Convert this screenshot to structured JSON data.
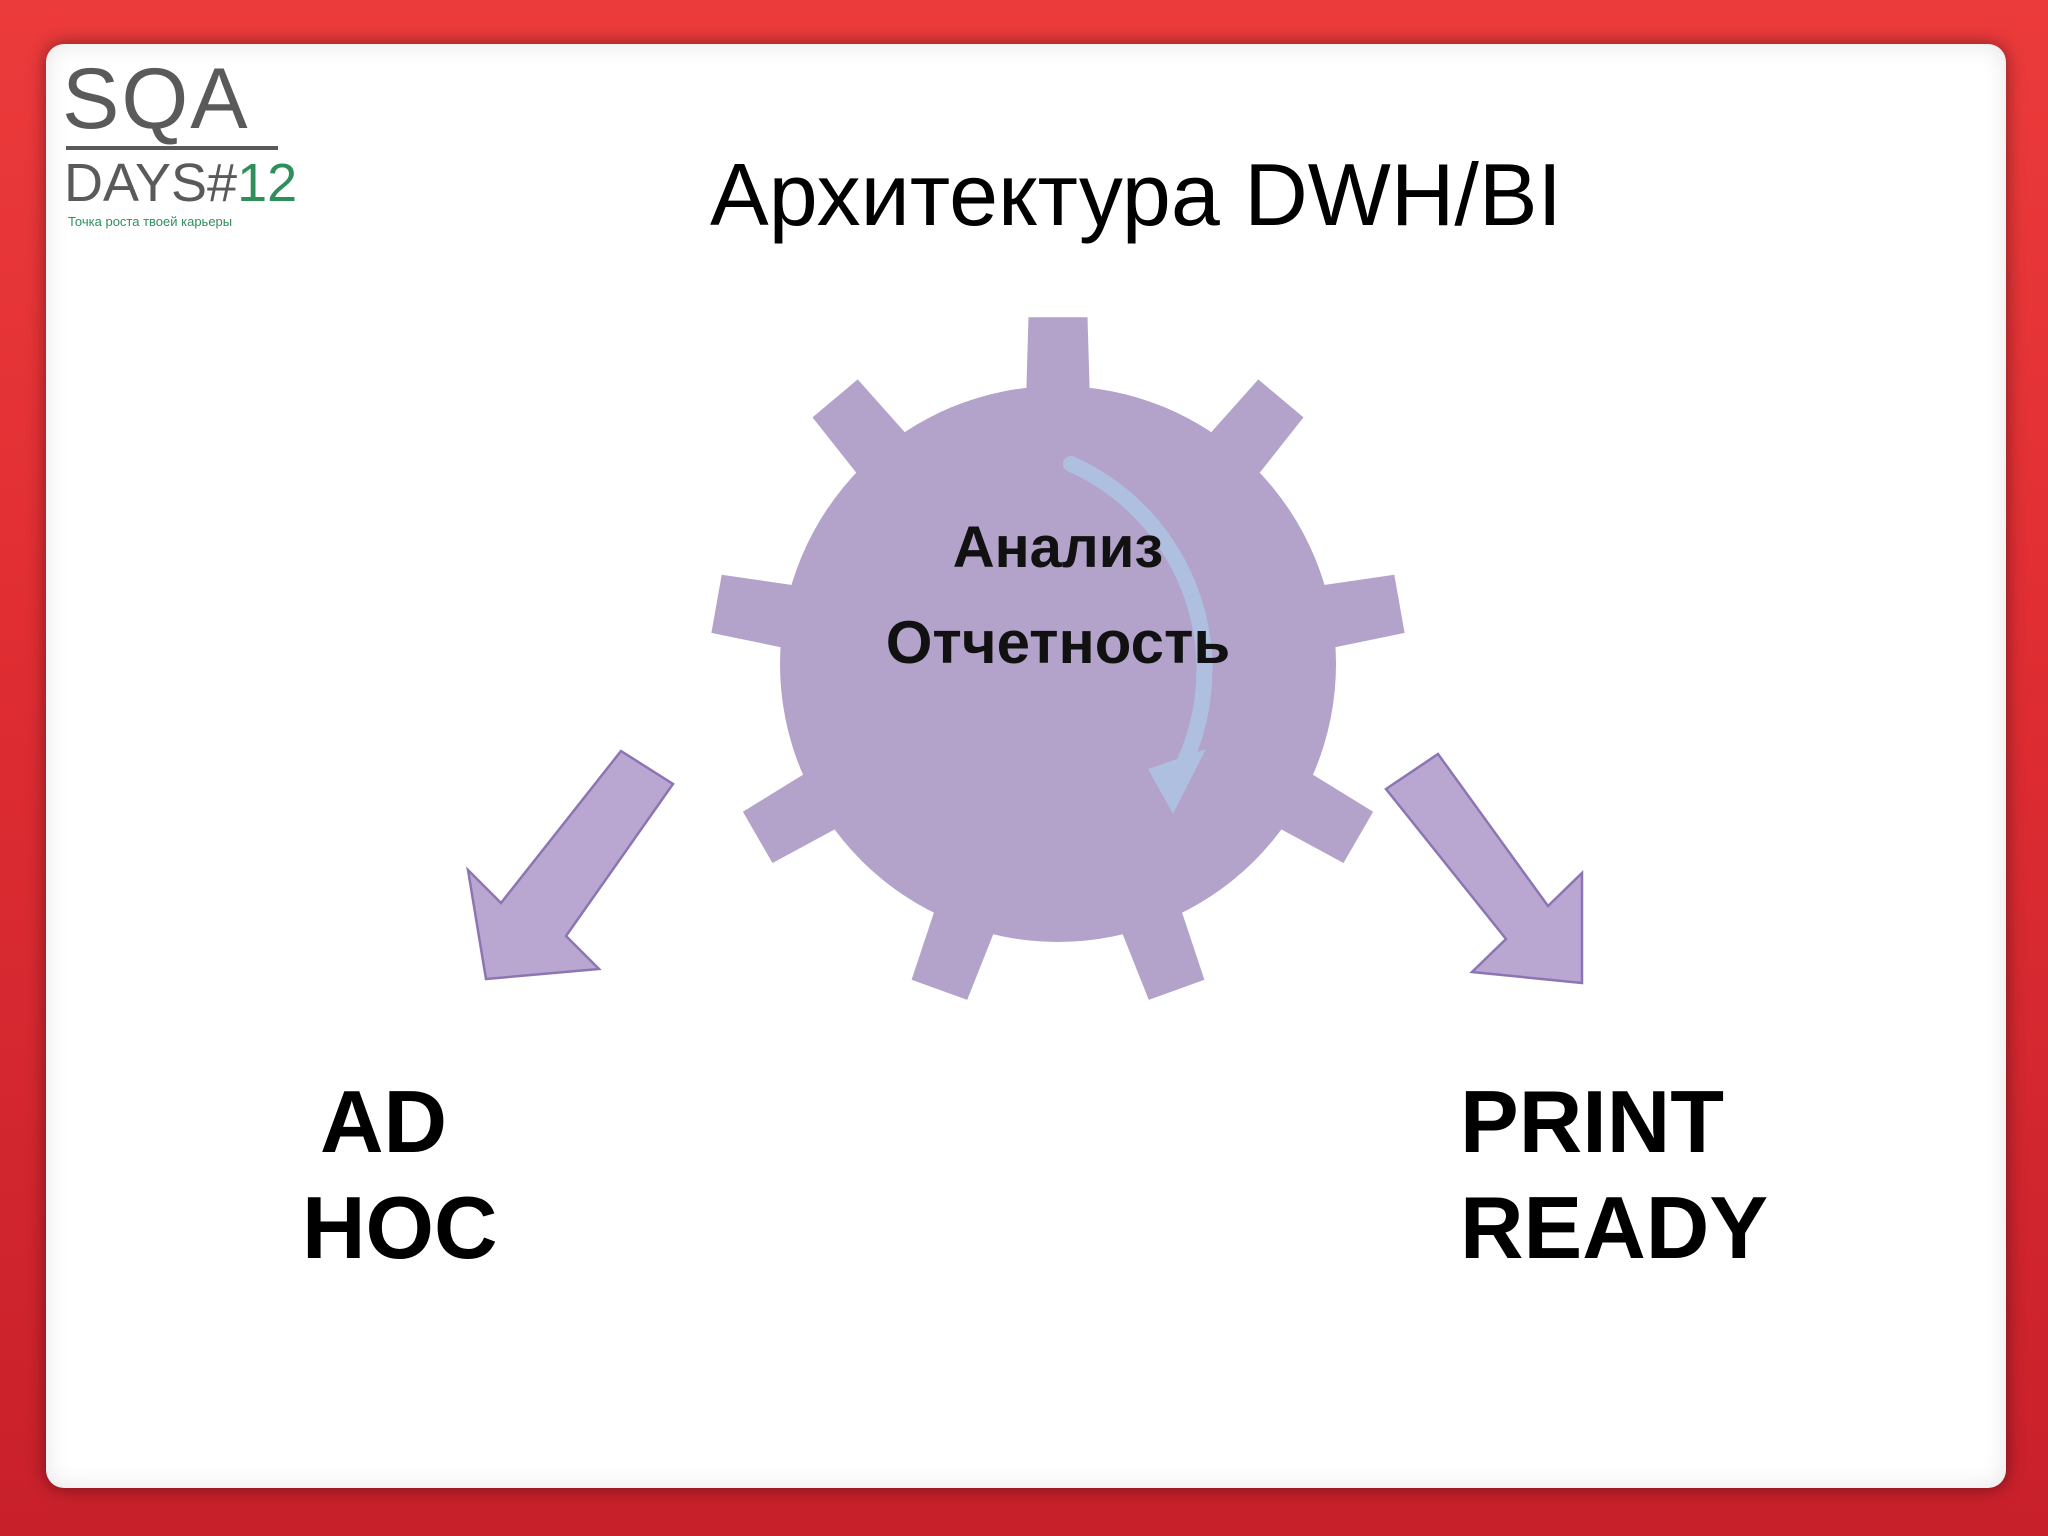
{
  "slide": {
    "title": "Архитектура DWH/BI"
  },
  "logo": {
    "name": "SQA",
    "edition_prefix": "DAYS#",
    "edition_number": "12",
    "tagline": "Точка роста твоей карьеры"
  },
  "diagram": {
    "center_lines": [
      "Анализ",
      "Отчетность"
    ],
    "left_lines": [
      "AD",
      "HOC"
    ],
    "right_lines": [
      "PRINT",
      "READY"
    ]
  },
  "colors": {
    "frame": "#e02e33",
    "gear": "#b3a2ca",
    "arrow_fill": "#b9a7d1",
    "arrow_stroke": "#8b76b3",
    "cycle_arrow": "#aebfe0"
  }
}
